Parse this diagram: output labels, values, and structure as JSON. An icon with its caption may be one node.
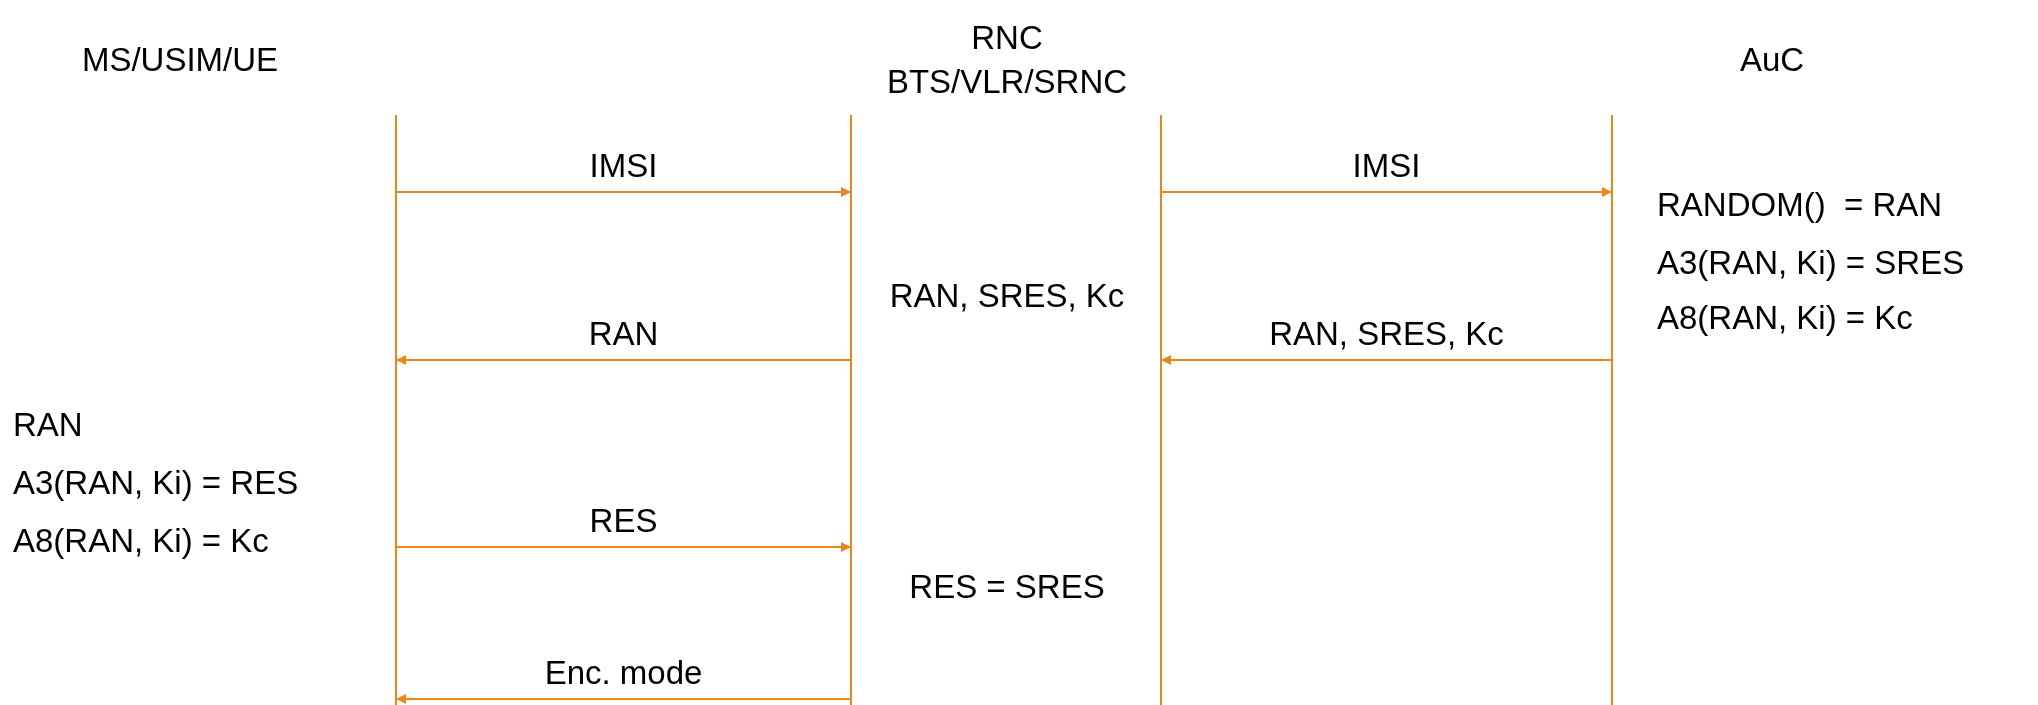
{
  "diagram": {
    "nodes": [
      {
        "text": [
          "MS/USIM/UE"
        ],
        "beside": [
          "RAN",
          "A3(RAN, Ki) = RES",
          "A8(RAN, Ki) = Kc"
        ]
      },
      {
        "text": [
          "RNC BTS/VLR/SRNC",
          "RAN, SRES, Kc",
          "RES = SRES"
        ]
      },
      {
        "text": [
          "AuC"
        ],
        "beside": [
          "RANDOM()  = RAN",
          "A3(RAN, Ki) = SRES",
          "A8(RAN, Ki) = Kc"
        ]
      }
    ],
    "edges": [
      {
        "from": 0,
        "to": 1,
        "arrow": "to",
        "label": "IMSI"
      },
      {
        "from": 1,
        "to": 2,
        "arrow": "to",
        "label": "IMSI"
      },
      {
        "from": 2,
        "to": 1,
        "arrow": "to",
        "label": "RAN, SRES, Kc"
      },
      {
        "from": 1,
        "to": 0,
        "arrow": "to",
        "label": "RAN"
      },
      {
        "from": 0,
        "to": 1,
        "arrow": "to",
        "label": "RES"
      },
      {
        "from": 1,
        "to": 0,
        "arrow": "to",
        "label": "Enc. mode"
      }
    ]
  }
}
